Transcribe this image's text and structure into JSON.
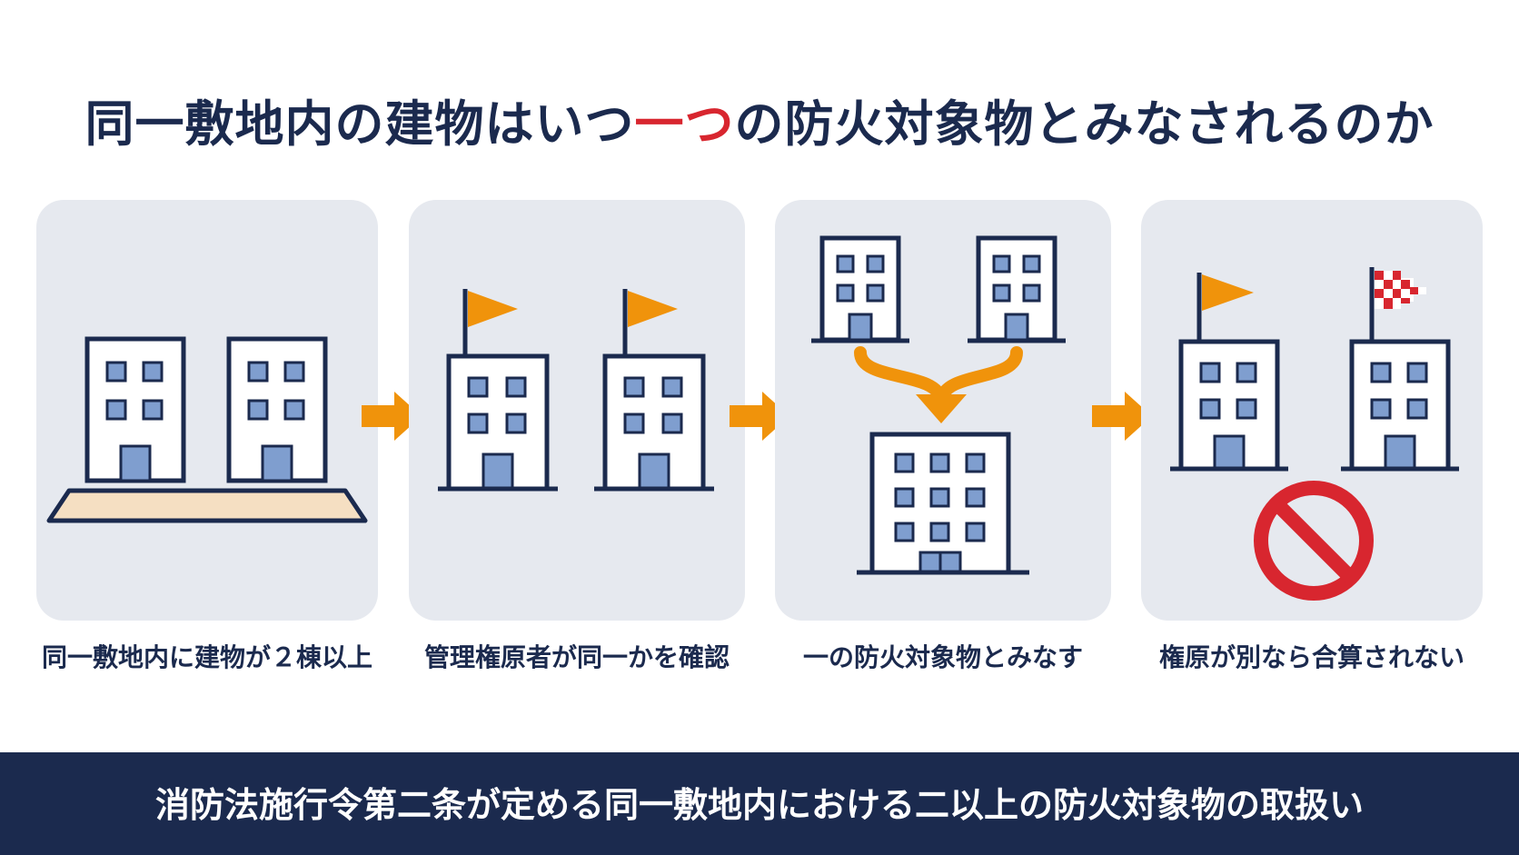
{
  "title": {
    "before": "同一敷地内の建物はいつ",
    "accent": "一つ",
    "after": "の防火対象物とみなされるのか"
  },
  "steps": [
    {
      "caption": "同一敷地内に建物が２棟以上"
    },
    {
      "caption": "管理権原者が同一かを確認"
    },
    {
      "caption": "一の防火対象物とみなす"
    },
    {
      "caption": "権原が別なら合算されない"
    }
  ],
  "footer": {
    "text": "消防法施行令第二条が定める同一敷地内における二以上の防火対象物の取扱い"
  },
  "colors": {
    "navy": "#1b2a4e",
    "accent_red": "#d8262f",
    "orange": "#f0930b",
    "panel_bg": "#e6e9ef",
    "window_blue": "#7f9ecf",
    "land_beige": "#f5dfc2"
  },
  "icons": [
    "building-icon",
    "orange-flag-icon",
    "checkered-flag-icon",
    "prohibition-icon",
    "arrow-right-icon",
    "merge-arrow-icon"
  ]
}
